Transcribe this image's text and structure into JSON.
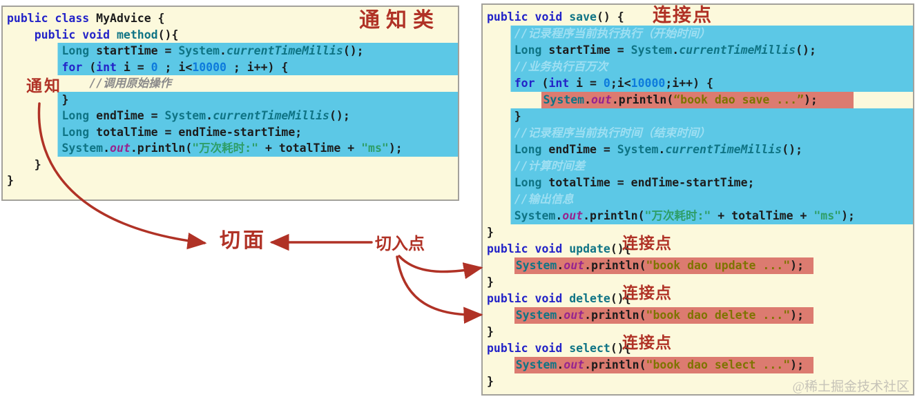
{
  "annotations": {
    "advice_class": "通知类",
    "advice": "通知",
    "aspect": "切面",
    "pointcut": "切入点",
    "joinpoint": "连接点",
    "watermark": "@稀土掘金技术社区"
  },
  "colors": {
    "panel-bg": "#fcf9dc",
    "panel-border": "#a3a19b",
    "hl-blue": "#5cc8e6",
    "hl-red": "#dc7b70",
    "kw": "#2323c8",
    "teal": "#0f7485",
    "num": "#0d7bdc",
    "plain": "#1c1c1c",
    "field": "#97258f",
    "str-green": "#2e9e68",
    "str-olive": "#7e7400",
    "comment-gray": "#8b8b8b",
    "comment-blue": "#9edff2",
    "annotation": "#b03226",
    "watermark": "#c6c3b8"
  },
  "left_panel": {
    "lines": [
      {
        "seg": [
          {
            "t": "public",
            "c": "k"
          },
          {
            "t": " ",
            "c": "p"
          },
          {
            "t": "class",
            "c": "k"
          },
          {
            "t": " MyAdvice {",
            "c": "p"
          }
        ]
      },
      {
        "indent": "    ",
        "seg": [
          {
            "t": "public",
            "c": "k"
          },
          {
            "t": " ",
            "c": "p"
          },
          {
            "t": "void",
            "c": "k"
          },
          {
            "t": " ",
            "c": "p"
          },
          {
            "t": "method",
            "c": "t"
          },
          {
            "t": "(){",
            "c": "p"
          }
        ]
      },
      {
        "hl": "blue",
        "indent": "        ",
        "seg": [
          {
            "t": "Long",
            "c": "t"
          },
          {
            "t": " startTime = ",
            "c": "p"
          },
          {
            "t": "System",
            "c": "t"
          },
          {
            "t": ".",
            "c": "p"
          },
          {
            "t": "currentTimeMillis",
            "c": "ti"
          },
          {
            "t": "();",
            "c": "p"
          }
        ]
      },
      {
        "hl": "blue",
        "indent": "        ",
        "seg": [
          {
            "t": "for",
            "c": "k"
          },
          {
            "t": " (",
            "c": "p"
          },
          {
            "t": "int",
            "c": "k"
          },
          {
            "t": " i = ",
            "c": "p"
          },
          {
            "t": "0",
            "c": "n"
          },
          {
            "t": " ; i<",
            "c": "p"
          },
          {
            "t": "10000",
            "c": "n"
          },
          {
            "t": " ; i++) {",
            "c": "p"
          }
        ]
      },
      {
        "indent": "            ",
        "seg": [
          {
            "t": "//调用原始操作",
            "c": "cg"
          }
        ]
      },
      {
        "hl": "blue",
        "indent": "        ",
        "seg": [
          {
            "t": "}",
            "c": "p"
          }
        ]
      },
      {
        "hl": "blue",
        "indent": "        ",
        "seg": [
          {
            "t": "Long",
            "c": "t"
          },
          {
            "t": " endTime = ",
            "c": "p"
          },
          {
            "t": "System",
            "c": "t"
          },
          {
            "t": ".",
            "c": "p"
          },
          {
            "t": "currentTimeMillis",
            "c": "ti"
          },
          {
            "t": "();",
            "c": "p"
          }
        ]
      },
      {
        "hl": "blue",
        "indent": "        ",
        "seg": [
          {
            "t": "Long",
            "c": "t"
          },
          {
            "t": " totalTime = endTime-startTime;",
            "c": "p"
          }
        ]
      },
      {
        "hl": "blue",
        "indent": "        ",
        "seg": [
          {
            "t": "System",
            "c": "t"
          },
          {
            "t": ".",
            "c": "p"
          },
          {
            "t": "out",
            "c": "o"
          },
          {
            "t": ".println(",
            "c": "p"
          },
          {
            "t": "\"万次耗时:\"",
            "c": "sg"
          },
          {
            "t": " + totalTime + ",
            "c": "p"
          },
          {
            "t": "\"ms\"",
            "c": "sg"
          },
          {
            "t": ");",
            "c": "p"
          }
        ]
      },
      {
        "indent": "    ",
        "seg": [
          {
            "t": "}",
            "c": "p"
          }
        ]
      },
      {
        "seg": [
          {
            "t": "}",
            "c": "p"
          }
        ]
      }
    ]
  },
  "right_panel": {
    "lines": [
      {
        "seg": [
          {
            "t": "public",
            "c": "k"
          },
          {
            "t": " ",
            "c": "p"
          },
          {
            "t": "void",
            "c": "k"
          },
          {
            "t": " ",
            "c": "p"
          },
          {
            "t": "save",
            "c": "t"
          },
          {
            "t": "() {",
            "c": "p"
          }
        ]
      },
      {
        "hl": "blue",
        "indent": "    ",
        "seg": [
          {
            "t": "//记录程序当前执行执行（开始时间）",
            "c": "cb"
          }
        ]
      },
      {
        "hl": "blue",
        "indent": "    ",
        "seg": [
          {
            "t": "Long",
            "c": "t"
          },
          {
            "t": " startTime = ",
            "c": "p"
          },
          {
            "t": "System",
            "c": "t"
          },
          {
            "t": ".",
            "c": "p"
          },
          {
            "t": "currentTimeMillis",
            "c": "ti"
          },
          {
            "t": "();",
            "c": "p"
          }
        ]
      },
      {
        "hl": "blue",
        "indent": "    ",
        "seg": [
          {
            "t": "//业务执行百万次",
            "c": "cb"
          }
        ]
      },
      {
        "hl": "blue",
        "indent": "    ",
        "seg": [
          {
            "t": "for",
            "c": "k"
          },
          {
            "t": " (",
            "c": "p"
          },
          {
            "t": "int",
            "c": "k"
          },
          {
            "t": " i = ",
            "c": "p"
          },
          {
            "t": "0",
            "c": "n"
          },
          {
            "t": ";i<",
            "c": "p"
          },
          {
            "t": "10000",
            "c": "n"
          },
          {
            "t": ";i++) {",
            "c": "p"
          }
        ]
      },
      {
        "hl": "red",
        "wide": true,
        "indent": "        ",
        "seg": [
          {
            "t": "System",
            "c": "t"
          },
          {
            "t": ".",
            "c": "p"
          },
          {
            "t": "out",
            "c": "o"
          },
          {
            "t": ".println(",
            "c": "p"
          },
          {
            "t": "“book dao save ...”",
            "c": "so"
          },
          {
            "t": ");",
            "c": "p"
          }
        ]
      },
      {
        "hl": "blue",
        "indent": "    ",
        "seg": [
          {
            "t": "}",
            "c": "p"
          }
        ]
      },
      {
        "hl": "blue",
        "indent": "    ",
        "seg": [
          {
            "t": "//记录程序当前执行时间（结束时间）",
            "c": "cb"
          }
        ]
      },
      {
        "hl": "blue",
        "indent": "    ",
        "seg": [
          {
            "t": "Long",
            "c": "t"
          },
          {
            "t": " endTime = ",
            "c": "p"
          },
          {
            "t": "System",
            "c": "t"
          },
          {
            "t": ".",
            "c": "p"
          },
          {
            "t": "currentTimeMillis",
            "c": "ti"
          },
          {
            "t": "();",
            "c": "p"
          }
        ]
      },
      {
        "hl": "blue",
        "indent": "    ",
        "seg": [
          {
            "t": "//计算时间差",
            "c": "cb"
          }
        ]
      },
      {
        "hl": "blue",
        "indent": "    ",
        "seg": [
          {
            "t": "Long",
            "c": "t"
          },
          {
            "t": " totalTime = endTime-startTime;",
            "c": "p"
          }
        ]
      },
      {
        "hl": "blue",
        "indent": "    ",
        "seg": [
          {
            "t": "//输出信息",
            "c": "cb"
          }
        ]
      },
      {
        "hl": "blue",
        "indent": "    ",
        "seg": [
          {
            "t": "System",
            "c": "t"
          },
          {
            "t": ".",
            "c": "p"
          },
          {
            "t": "out",
            "c": "o"
          },
          {
            "t": ".println(",
            "c": "p"
          },
          {
            "t": "\"万次耗时:\"",
            "c": "sg"
          },
          {
            "t": " + totalTime + ",
            "c": "p"
          },
          {
            "t": "\"ms\"",
            "c": "sg"
          },
          {
            "t": ");",
            "c": "p"
          }
        ]
      },
      {
        "seg": [
          {
            "t": "}",
            "c": "p"
          }
        ]
      },
      {
        "seg": [
          {
            "t": "public",
            "c": "k"
          },
          {
            "t": " ",
            "c": "p"
          },
          {
            "t": "void",
            "c": "k"
          },
          {
            "t": " ",
            "c": "p"
          },
          {
            "t": "update",
            "c": "t"
          },
          {
            "t": "(){",
            "c": "p"
          }
        ]
      },
      {
        "hl": "red",
        "indent": "    ",
        "seg": [
          {
            "t": "System",
            "c": "t"
          },
          {
            "t": ".",
            "c": "p"
          },
          {
            "t": "out",
            "c": "o"
          },
          {
            "t": ".println(",
            "c": "p"
          },
          {
            "t": "\"book dao update ...\"",
            "c": "so"
          },
          {
            "t": ");",
            "c": "p"
          }
        ]
      },
      {
        "seg": [
          {
            "t": "}",
            "c": "p"
          }
        ]
      },
      {
        "seg": [
          {
            "t": "public",
            "c": "k"
          },
          {
            "t": " ",
            "c": "p"
          },
          {
            "t": "void",
            "c": "k"
          },
          {
            "t": " ",
            "c": "p"
          },
          {
            "t": "delete",
            "c": "t"
          },
          {
            "t": "(){",
            "c": "p"
          }
        ]
      },
      {
        "hl": "red",
        "indent": "    ",
        "seg": [
          {
            "t": "System",
            "c": "t"
          },
          {
            "t": ".",
            "c": "p"
          },
          {
            "t": "out",
            "c": "o"
          },
          {
            "t": ".println(",
            "c": "p"
          },
          {
            "t": "\"book dao delete ...\"",
            "c": "so"
          },
          {
            "t": ");",
            "c": "p"
          }
        ]
      },
      {
        "seg": [
          {
            "t": "}",
            "c": "p"
          }
        ]
      },
      {
        "seg": [
          {
            "t": "public",
            "c": "k"
          },
          {
            "t": " ",
            "c": "p"
          },
          {
            "t": "void",
            "c": "k"
          },
          {
            "t": " ",
            "c": "p"
          },
          {
            "t": "select",
            "c": "t"
          },
          {
            "t": "(){",
            "c": "p"
          }
        ]
      },
      {
        "hl": "red",
        "indent": "    ",
        "seg": [
          {
            "t": "System",
            "c": "t"
          },
          {
            "t": ".",
            "c": "p"
          },
          {
            "t": "out",
            "c": "o"
          },
          {
            "t": ".println(",
            "c": "p"
          },
          {
            "t": "\"book dao select ...\"",
            "c": "so"
          },
          {
            "t": ");",
            "c": "p"
          }
        ]
      },
      {
        "seg": [
          {
            "t": "}",
            "c": "p"
          }
        ]
      }
    ]
  }
}
